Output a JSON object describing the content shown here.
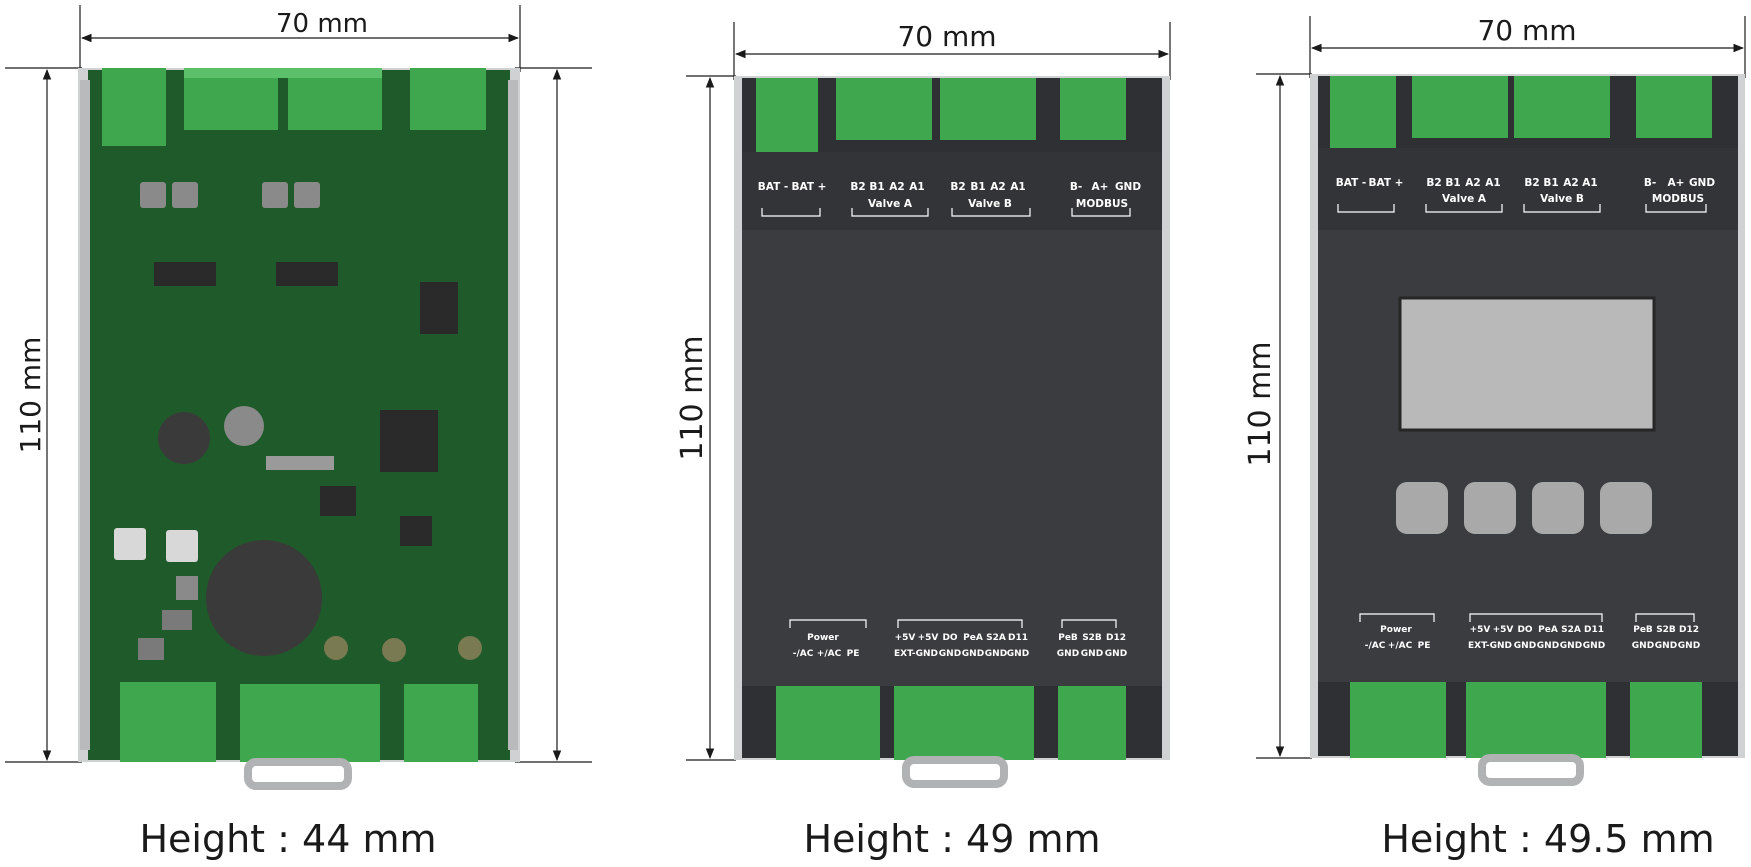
{
  "devices": [
    {
      "variant": "pcb",
      "width_label": "70 mm",
      "height_label": "110 mm",
      "caption": "Height : 44 mm",
      "colors": {
        "board": "#1f5a2a",
        "frame": "#cfd1d2",
        "terminal": "#3fa84e"
      }
    },
    {
      "variant": "cover",
      "width_label": "70 mm",
      "height_label": "110 mm",
      "caption": "Height : 49 mm",
      "colors": {
        "cover": "#3a3c3f",
        "frame": "#cfd1d2",
        "terminal": "#3fa84e"
      },
      "top_terminals": {
        "bat": {
          "labels": [
            "BAT -",
            "BAT +"
          ]
        },
        "valve_a": {
          "labels": [
            "B2",
            "B1",
            "A2",
            "A1"
          ],
          "title": "Valve A"
        },
        "valve_b": {
          "labels": [
            "B2",
            "B1",
            "A2",
            "A1"
          ],
          "title": "Valve B"
        },
        "modbus": {
          "labels": [
            "B-",
            "A+",
            "GND"
          ],
          "title": "MODBUS"
        }
      },
      "bottom_terminals": {
        "power": {
          "title": "Power",
          "labels": [
            "-/AC",
            "+/AC",
            "PE"
          ]
        },
        "io": {
          "top_labels": [
            "+5V",
            "+5V",
            "DO",
            "PeA",
            "S2A",
            "D11"
          ],
          "bottom_labels": [
            "EXT-GND",
            "GND",
            "GND",
            "GND",
            "GND"
          ]
        },
        "pe": {
          "top_labels": [
            "PeB",
            "S2B",
            "D12"
          ],
          "bottom_labels": [
            "GND",
            "GND",
            "GND"
          ]
        }
      }
    },
    {
      "variant": "display",
      "width_label": "70 mm",
      "height_label": "110 mm",
      "caption": "Height : 49.5 mm",
      "colors": {
        "cover": "#3a3c3f",
        "frame": "#cfd1d2",
        "terminal": "#3fa84e",
        "screen": "#b9b9b9",
        "button": "#a9a9a9"
      },
      "top_terminals": {
        "bat": {
          "labels": [
            "BAT -",
            "BAT +"
          ]
        },
        "valve_a": {
          "labels": [
            "B2",
            "B1",
            "A2",
            "A1"
          ],
          "title": "Valve A"
        },
        "valve_b": {
          "labels": [
            "B2",
            "B1",
            "A2",
            "A1"
          ],
          "title": "Valve B"
        },
        "modbus": {
          "labels": [
            "B-",
            "A+",
            "GND"
          ],
          "title": "MODBUS"
        }
      },
      "bottom_terminals": {
        "power": {
          "title": "Power",
          "labels": [
            "-/AC",
            "+/AC",
            "PE"
          ]
        },
        "io": {
          "top_labels": [
            "+5V",
            "+5V",
            "DO",
            "PeA",
            "S2A",
            "D11"
          ],
          "bottom_labels": [
            "EXT-GND",
            "GND",
            "GND",
            "GND",
            "GND"
          ]
        },
        "pe": {
          "top_labels": [
            "PeB",
            "S2B",
            "D12"
          ],
          "bottom_labels": [
            "GND",
            "GND",
            "GND"
          ]
        }
      }
    }
  ]
}
